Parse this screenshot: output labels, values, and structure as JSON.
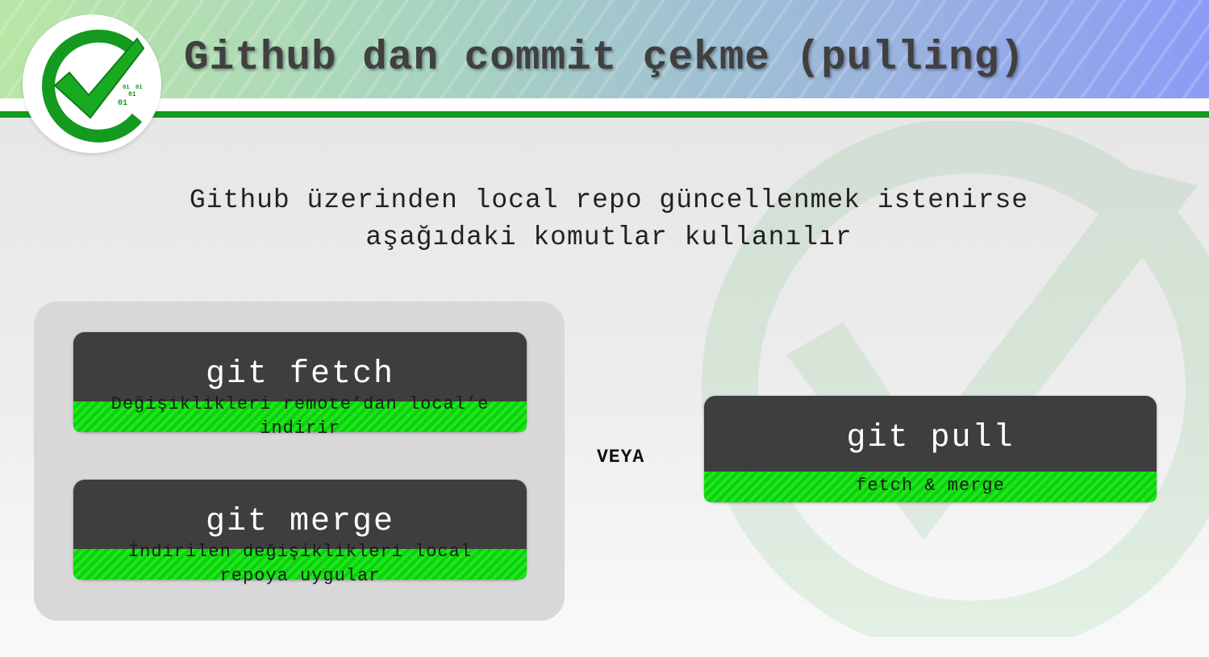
{
  "slide": {
    "title": "Github dan commit çekme (pulling)",
    "intro_line1": "Github üzerinden local repo güncellenmek istenirse",
    "intro_line2": "aşağıdaki komutlar kullanılır",
    "or_label": "VEYA"
  },
  "logo": {
    "binary_1": "01",
    "binary_2": "01",
    "binary_3": "01",
    "binary_4": "01"
  },
  "commands": {
    "fetch": {
      "name": "git fetch",
      "desc_line1": "Değişiklikleri remote’dan local’e",
      "desc_line2": "indirir"
    },
    "merge": {
      "name": "git merge",
      "desc_line1": "İndirilen değişiklikleri local",
      "desc_line2": "repoya uygular"
    },
    "pull": {
      "name": "git pull",
      "desc_line1": "fetch & merge"
    }
  },
  "colors": {
    "brand_green": "#139a1f",
    "bar_green": "#19ea19",
    "command_bg": "#3e3e3e",
    "panel_bg": "#d8d8d8"
  },
  "icons": [
    "checkmark-logo-icon"
  ]
}
